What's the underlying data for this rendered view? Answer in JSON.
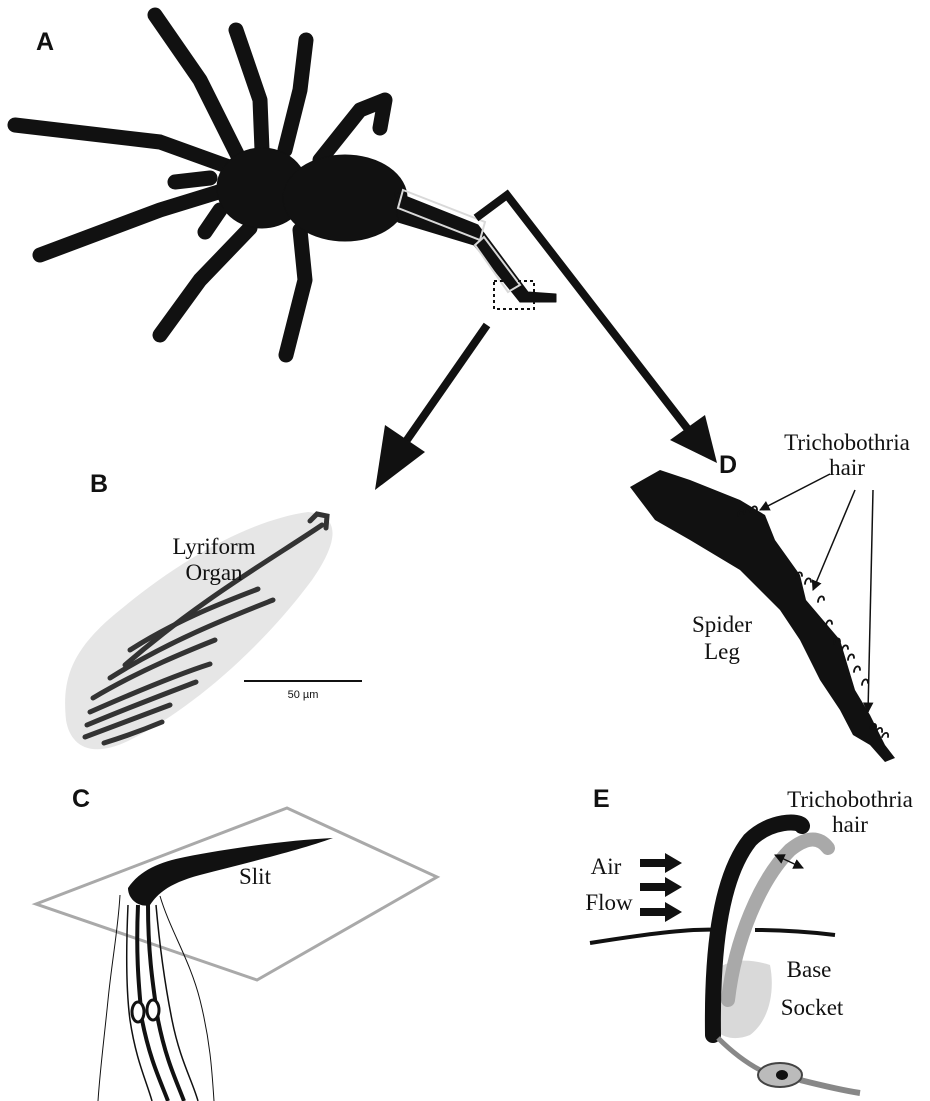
{
  "panels": {
    "a": {
      "letter": "A"
    },
    "b": {
      "letter": "B",
      "organ_line1": "Lyriform",
      "organ_line2": "Organ",
      "scale_bar": "50 µm"
    },
    "c": {
      "letter": "C",
      "slit": "Slit"
    },
    "d": {
      "letter": "D",
      "hair_line1": "Trichobothria",
      "hair_line2": "hair",
      "leg_line1": "Spider",
      "leg_line2": "Leg"
    },
    "e": {
      "letter": "E",
      "hair_line1": "Trichobothria",
      "hair_line2": "hair",
      "air_line1": "Air",
      "air_line2": "Flow",
      "socket_line1": "Base",
      "socket_line2": "Socket"
    }
  },
  "colors": {
    "ink": "#111111",
    "gray": "#a9a9a9",
    "light_gray": "#e6e6e6",
    "background": "#ffffff"
  }
}
